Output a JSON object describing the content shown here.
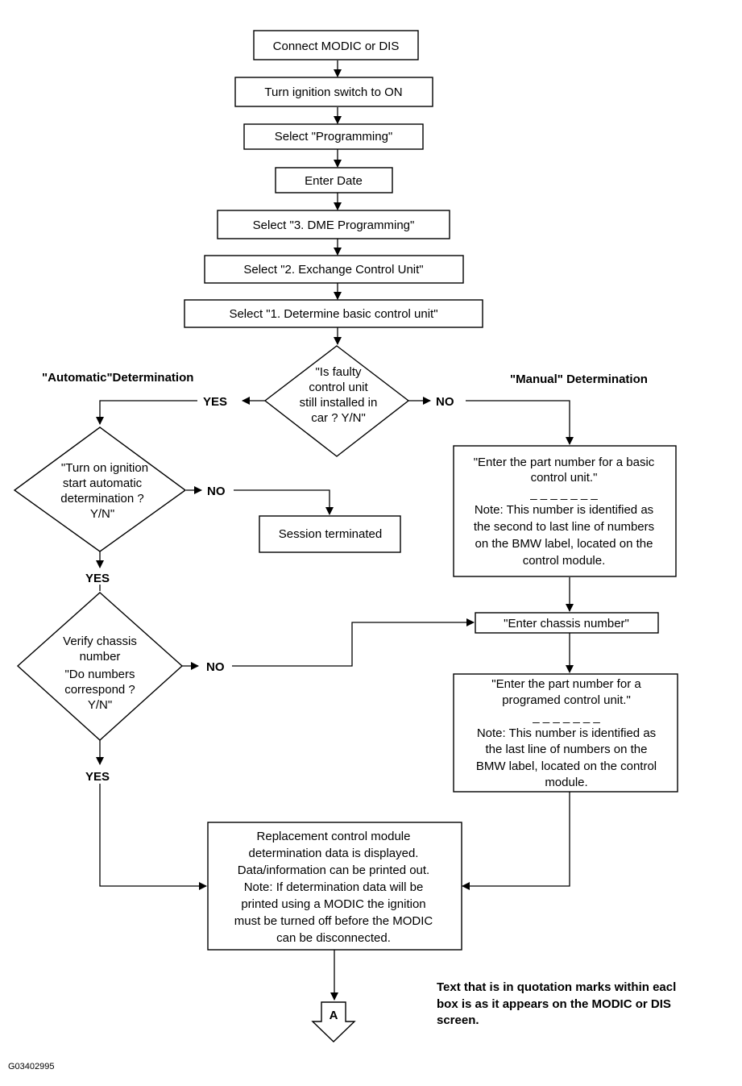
{
  "steps": {
    "connect": "Connect MODIC or DIS",
    "ignition_on": "Turn ignition switch to ON",
    "select_programming": "Select \"Programming\"",
    "enter_date": "Enter Date",
    "select_dme": "Select \"3. DME Programming\"",
    "select_exchange": "Select \"2. Exchange Control Unit\"",
    "select_determine": "Select \"1. Determine basic control unit\"",
    "session_terminated": "Session terminated",
    "enter_chassis": "\"Enter chassis number\""
  },
  "decisions": {
    "faulty_installed": [
      "\"Is faulty",
      "control unit",
      "still installed in",
      "car ? Y/N\""
    ],
    "auto_start": [
      "\"Turn on ignition",
      "start automatic",
      "determination ?",
      "Y/N\""
    ],
    "verify_chassis": [
      "Verify chassis",
      "number",
      "\"Do numbers",
      "correspond ?",
      "Y/N\""
    ]
  },
  "headings": {
    "automatic": "\"Automatic\"Determination",
    "manual": "\"Manual\" Determination"
  },
  "labels": {
    "yes": "YES",
    "no": "NO"
  },
  "manual_basic": [
    "\"Enter the part number for a basic",
    "control unit.\"",
    "_ _ _ _ _ _ _",
    "Note: This number is identified as",
    "the second to last line of numbers",
    "on the BMW label, located on the",
    "control module."
  ],
  "manual_programmed": [
    "\"Enter the part number for a",
    "programed control unit.\"",
    "_ _ _ _ _ _ _",
    "Note: This number is identified as",
    "the last line of numbers on the",
    "BMW label, located on the control",
    "module."
  ],
  "result": [
    "Replacement control module",
    "determination data is displayed.",
    "Data/information can be printed out.",
    "Note: If determination data will be",
    "printed using a MODIC the ignition",
    "must be turned off before the MODIC",
    "can be disconnected."
  ],
  "connector": "A",
  "footnote": [
    "Text that is in quotation marks within eacl",
    "box is as it appears on the MODIC or DIS",
    "screen."
  ],
  "figure_code": "G03402995"
}
